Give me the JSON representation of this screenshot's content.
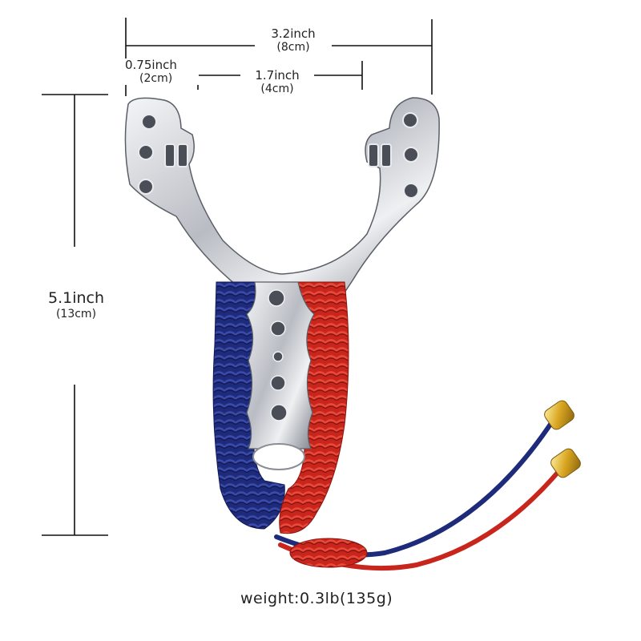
{
  "dimensions": {
    "total_width": {
      "inch": "3.2inch",
      "cm": "(8cm)"
    },
    "prong_width": {
      "inch": "0.75inch",
      "cm": "(2cm)"
    },
    "fork_gap": {
      "inch": "1.7inch",
      "cm": "(4cm)"
    },
    "height": {
      "inch": "5.1inch",
      "cm": "(13cm)"
    }
  },
  "weight": "weight:0.3lb(135g)",
  "colors": {
    "metal": "#c9ccd2",
    "metal_dark": "#6b6f78",
    "cord_blue": "#1e2a7a",
    "cord_red": "#c8251c",
    "tip_gold": "#d9a520",
    "line": "#111111"
  }
}
